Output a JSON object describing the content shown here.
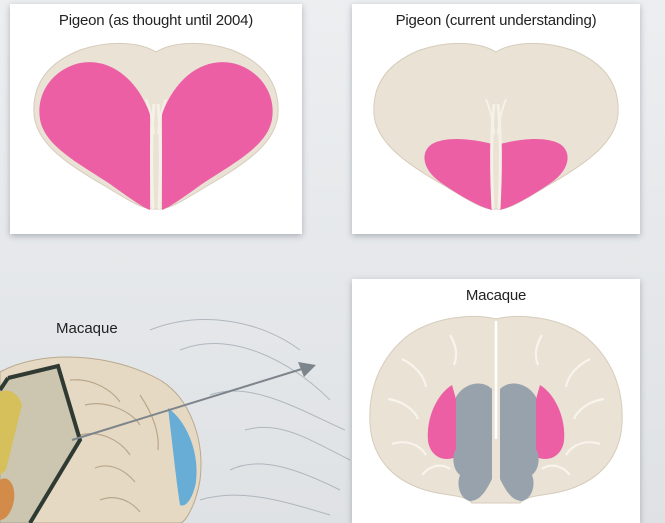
{
  "panels": {
    "pigeon_old": {
      "title": "Pigeon (as thought until 2004)"
    },
    "pigeon_new": {
      "title": "Pigeon (current understanding)"
    },
    "macaque": {
      "title": "Macaque"
    }
  },
  "side_label": "Macaque",
  "colors": {
    "tissue": "#e9e2d5",
    "highlight": "#ec5fa4",
    "gray_region": "#97a2ad",
    "background": "#e6e8ea",
    "panel": "#ffffff"
  }
}
